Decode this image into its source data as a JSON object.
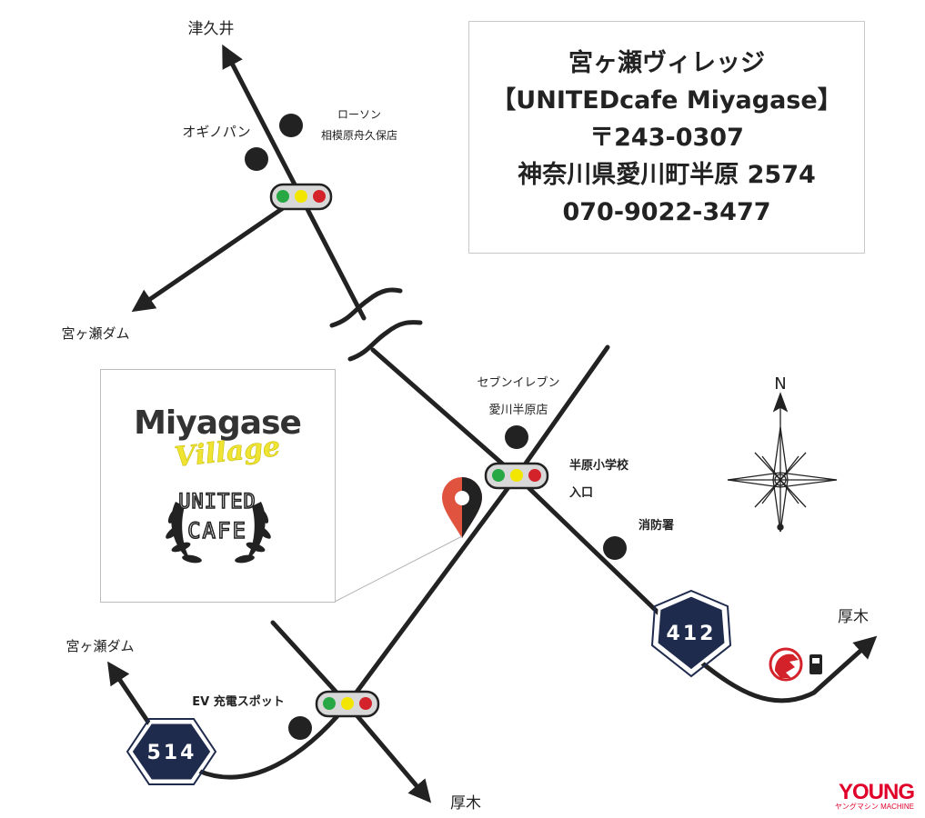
{
  "info": {
    "line1": "宮ヶ瀬ヴィレッジ",
    "line2": "【UNITEDcafe Miyagase】",
    "line3": "〒243-0307",
    "line4": "神奈川県愛川町半原 2574",
    "line5": "070-9022-3477"
  },
  "labels": {
    "tsukui": "津久井",
    "lawson_1": "ローソン",
    "lawson_2": "相模原舟久保店",
    "oginopan": "オギノパン",
    "miyagase_dam_top": "宮ヶ瀬ダム",
    "seven_1": "セブンイレブン",
    "seven_2": "愛川半原店",
    "school_1": "半原小学校",
    "school_2": "入口",
    "fire_station": "消防署",
    "atsugi_right": "厚木",
    "miyagase_dam_bottom": "宮ヶ瀬ダム",
    "ev_spot": "EV 充電スポット",
    "atsugi_bottom": "厚木",
    "north": "N"
  },
  "routes": {
    "r412": "412",
    "r514": "514"
  },
  "logo": {
    "miyagase": "Miyagase",
    "village": "Village",
    "united": "UNITED",
    "cafe": "CAFE"
  },
  "watermark": {
    "main": "YOUNG",
    "sub": "ヤングマシン MACHINE"
  },
  "icons": [
    "map-pin-icon",
    "traffic-light-icon",
    "compass-rose-icon",
    "gas-station-icon",
    "road-break-icon"
  ],
  "colors": {
    "road": "#222222",
    "route_sign": "#1f2b4d",
    "pin": "#e0533f",
    "signal_green": "#27a844",
    "signal_yellow": "#f2e600",
    "signal_red": "#d3222a",
    "logo_yellow": "#f0e432",
    "watermark": "#e0002a"
  }
}
